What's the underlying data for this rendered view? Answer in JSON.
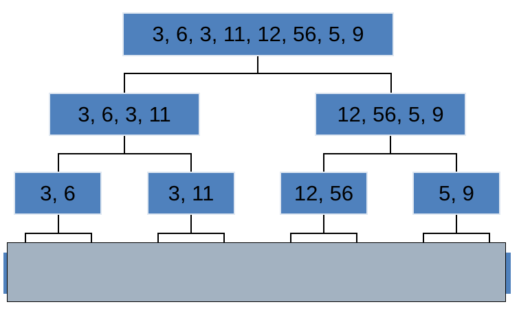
{
  "diagram": {
    "level0": {
      "root": "3, 6, 3, 11, 12, 56, 5, 9"
    },
    "level1": {
      "left": "3, 6, 3, 11",
      "right": "12, 56, 5, 9"
    },
    "level2": {
      "a": "3, 6",
      "b": "3, 11",
      "c": "12, 56",
      "d": "5, 9"
    }
  },
  "colors": {
    "node_fill": "#4f81bd",
    "node_border": "#dfe7f1",
    "connector": "#000000",
    "overlay_fill": "#a3b2c1"
  }
}
